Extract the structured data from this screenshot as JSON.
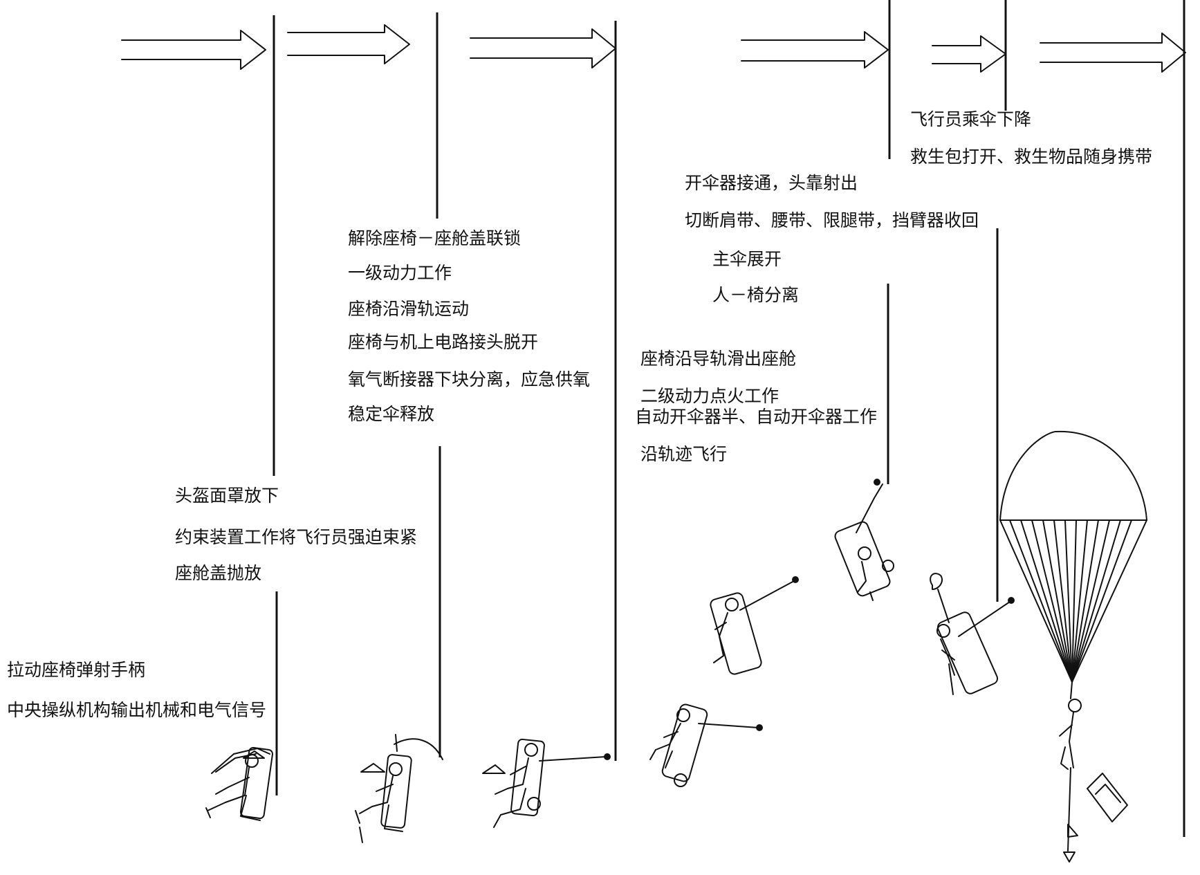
{
  "stages": [
    {
      "id": "stage-1",
      "steps": [
        "拉动座椅弹射手柄",
        "中央操纵机构输出机械和电气信号"
      ]
    },
    {
      "id": "stage-2",
      "steps": [
        "头盔面罩放下",
        "约束装置工作将飞行员强迫束紧",
        "座舱盖抛放"
      ]
    },
    {
      "id": "stage-3",
      "steps": [
        "解除座椅－座舱盖联锁",
        "一级动力工作",
        "座椅沿滑轨运动",
        "座椅与机上电路接头脱开",
        "氧气断接器下块分离，应急供氧",
        "稳定伞释放"
      ]
    },
    {
      "id": "stage-4",
      "steps": [
        "座椅沿导轨滑出座舱",
        "二级动力点火工作",
        "自动开伞器半、自动开伞器工作",
        "沿轨迹飞行"
      ]
    },
    {
      "id": "stage-5",
      "steps": [
        "开伞器接通，头靠射出",
        "切断肩带、腰带、限腿带，挡臂器收回",
        "主伞展开",
        "人－椅分离"
      ]
    },
    {
      "id": "stage-6",
      "steps": [
        "飞行员乘伞下降",
        "救生包打开、救生物品随身携带"
      ]
    }
  ],
  "colors": {
    "ink": "#111111",
    "background": "#ffffff"
  }
}
